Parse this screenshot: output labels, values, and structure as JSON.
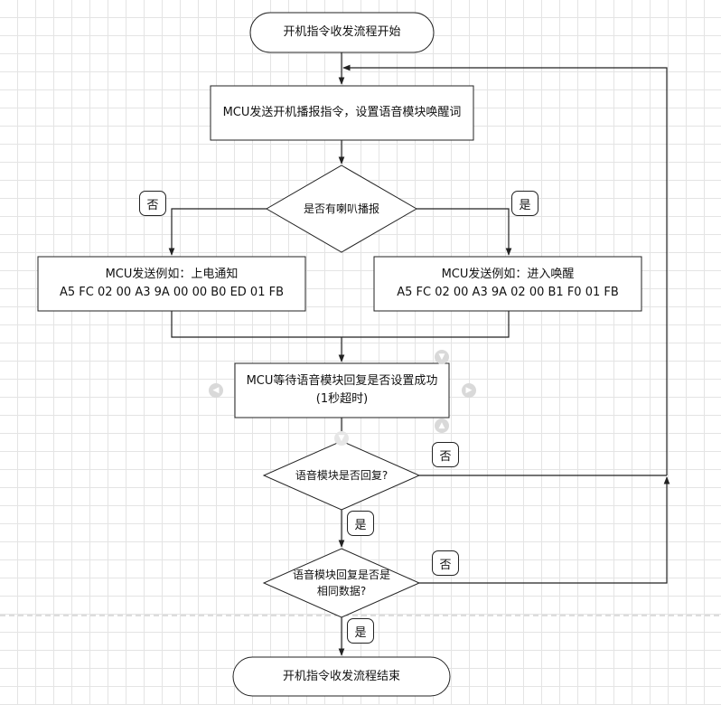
{
  "nodes": {
    "start": "开机指令收发流程开始",
    "step1": "MCU发送开机播报指令，设置语音模块唤醒词",
    "decision_speaker": "是否有喇叭播报",
    "left_box": {
      "line1": "MCU发送例如：上电通知",
      "line2": "A5 FC 02 00 A3 9A 00 00 B0 ED 01 FB"
    },
    "right_box": {
      "line1": "MCU发送例如：进入唤醒",
      "line2": "A5 FC 02 00 A3 9A 02 00 B1 F0 01 FB"
    },
    "wait_box": {
      "line1": "MCU等待语音模块回复是否设置成功",
      "line2": "(1秒超时)"
    },
    "decision_reply": "语音模块是否回复?",
    "decision_same": {
      "line1": "语音模块回复是否是",
      "line2": "相同数据?"
    },
    "end": "开机指令收发流程结束"
  },
  "labels": {
    "no_speaker": "否",
    "yes_speaker": "是",
    "no_reply": "否",
    "yes_reply": "是",
    "no_same": "否",
    "yes_same": "是"
  },
  "colors": {
    "stroke": "#222222",
    "grid": "#e4e4e4",
    "hint": "#d9d9d9"
  },
  "icons": [
    "arrow-down-circle-icon",
    "arrow-up-circle-icon",
    "arrow-left-circle-icon",
    "arrow-right-circle-icon"
  ]
}
